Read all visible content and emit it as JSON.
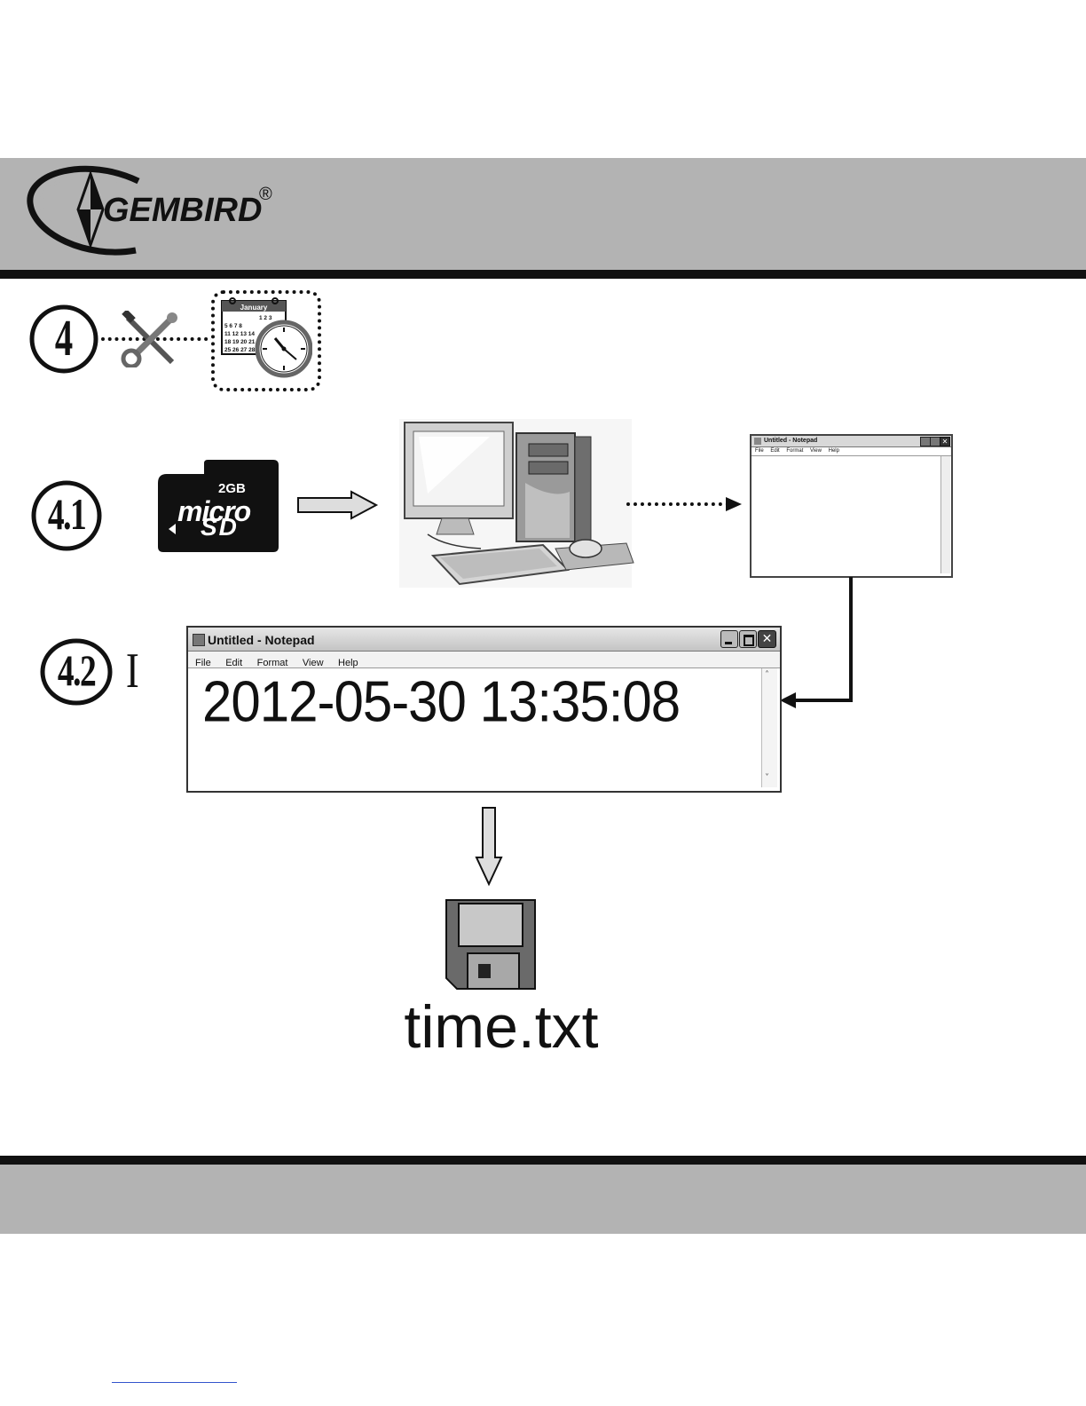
{
  "header": {
    "brand": "GEMBIRD",
    "registered_mark": "®"
  },
  "steps": [
    {
      "number": "4"
    },
    {
      "number": "4.1"
    },
    {
      "number": "4.2"
    }
  ],
  "calendar_icon": {
    "month": "January",
    "rows": [
      "1 2 3",
      "5 6 7 8",
      "11 12 13 14",
      "18 19 20 21",
      "25 26 27 28"
    ]
  },
  "sd_card": {
    "capacity": "2GB",
    "brand_top": "micro",
    "brand_bottom": "SD"
  },
  "small_notepad": {
    "title": "Untitled - Notepad",
    "menu": [
      "File",
      "Edit",
      "Format",
      "View",
      "Help"
    ]
  },
  "notepad": {
    "title": "Untitled - Notepad",
    "menu": [
      "File",
      "Edit",
      "Format",
      "View",
      "Help"
    ],
    "content": "2012-05-30 13:35:08"
  },
  "text_cursor_icon": "I",
  "save_file": {
    "filename": "time.txt"
  }
}
